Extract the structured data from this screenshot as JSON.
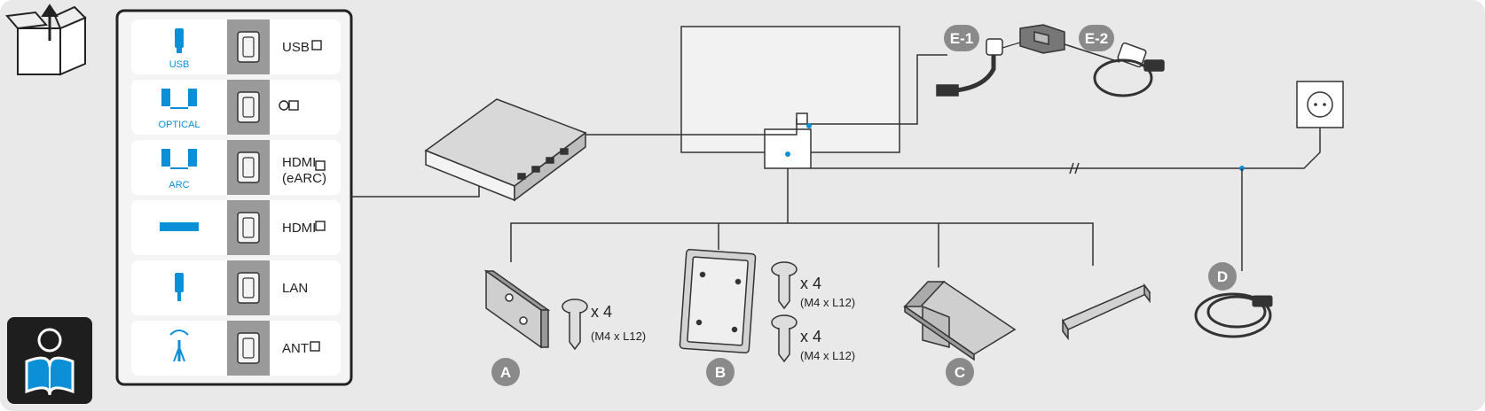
{
  "colors": {
    "background": "#e9e9e9",
    "panel": "#ffffff",
    "accent": "#0b8fd6",
    "port_column": "#9a9a9a",
    "badge": "#8a8a8a",
    "line": "#333333"
  },
  "ports": [
    {
      "icon": "usb-icon",
      "label": "USB",
      "name": "USB",
      "symbol": "usb-symbol-icon"
    },
    {
      "icon": "speakers-icon",
      "label": "OPTICAL",
      "name": "",
      "symbol": "optical-symbol-icon"
    },
    {
      "icon": "speakers-icon",
      "label": "ARC",
      "name": "HDMI",
      "name2": "(eARC)",
      "symbol": "hdmi-in-icon"
    },
    {
      "icon": "set-top-box-icon",
      "label": "",
      "name": "HDMI",
      "symbol": "hdmi-in-icon"
    },
    {
      "icon": "ethernet-icon",
      "label": "",
      "name": "LAN",
      "symbol": ""
    },
    {
      "icon": "antenna-icon",
      "label": "",
      "name": "ANT",
      "symbol": "ant-in-icon"
    }
  ],
  "parts": {
    "a": {
      "badge": "A",
      "qty": "x 4",
      "spec": "(M4 x L12)"
    },
    "b": {
      "badge": "B",
      "qty1": "x 4",
      "spec1": "(M4 x L12)",
      "qty2": "x 4",
      "spec2": "(M4 x L12)"
    },
    "c": {
      "badge": "C"
    },
    "d": {
      "badge": "D"
    },
    "e1": {
      "badge": "E-1"
    },
    "e2": {
      "badge": "E-2"
    }
  }
}
